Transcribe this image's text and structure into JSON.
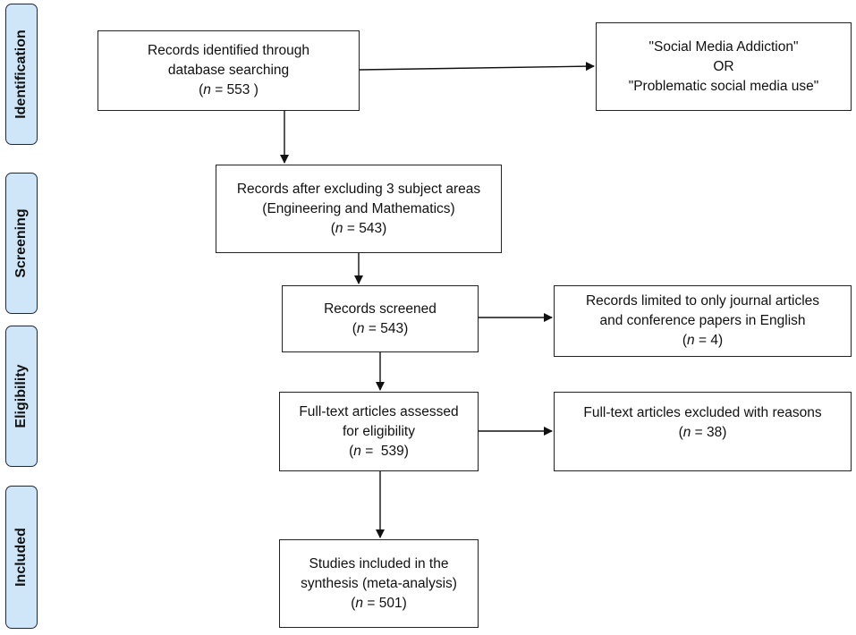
{
  "phases": {
    "identification": "Identification",
    "screening": "Screening",
    "eligibility": "Eligibility",
    "included": "Included"
  },
  "boxes": {
    "identified": {
      "lines": [
        "Records identified through",
        "database searching"
      ],
      "count_prefix": "(",
      "n": "n",
      "count_suffix": " = 553 )"
    },
    "search_terms": {
      "lines": [
        "\"Social Media Addiction\"",
        "OR",
        "\"Problematic social media use\""
      ]
    },
    "after_exclusion": {
      "lines": [
        "Records after excluding 3 subject areas",
        "(Engineering and Mathematics)"
      ],
      "count_prefix": "(",
      "n": "n",
      "count_suffix": " = 543)"
    },
    "screened": {
      "lines": [
        "Records screened"
      ],
      "count_prefix": "(",
      "n": "n",
      "count_suffix": " = 543)"
    },
    "limited": {
      "lines": [
        "Records limited to only journal articles",
        "and conference papers in English"
      ],
      "count_prefix": "(",
      "n": "n",
      "count_suffix": " = 4)"
    },
    "full_text_assessed": {
      "lines": [
        "Full-text articles assessed",
        "for eligibility"
      ],
      "count_prefix": "(",
      "n": "n",
      "count_suffix": " =  539)"
    },
    "full_text_excluded": {
      "lines": [
        "Full-text articles excluded with reasons"
      ],
      "count_prefix": "(",
      "n": "n",
      "count_suffix": " = 38)"
    },
    "included_studies": {
      "lines": [
        "Studies included in the",
        "synthesis (meta-analysis)"
      ],
      "count_prefix": "(",
      "n": "n",
      "count_suffix": " = 501)"
    }
  }
}
